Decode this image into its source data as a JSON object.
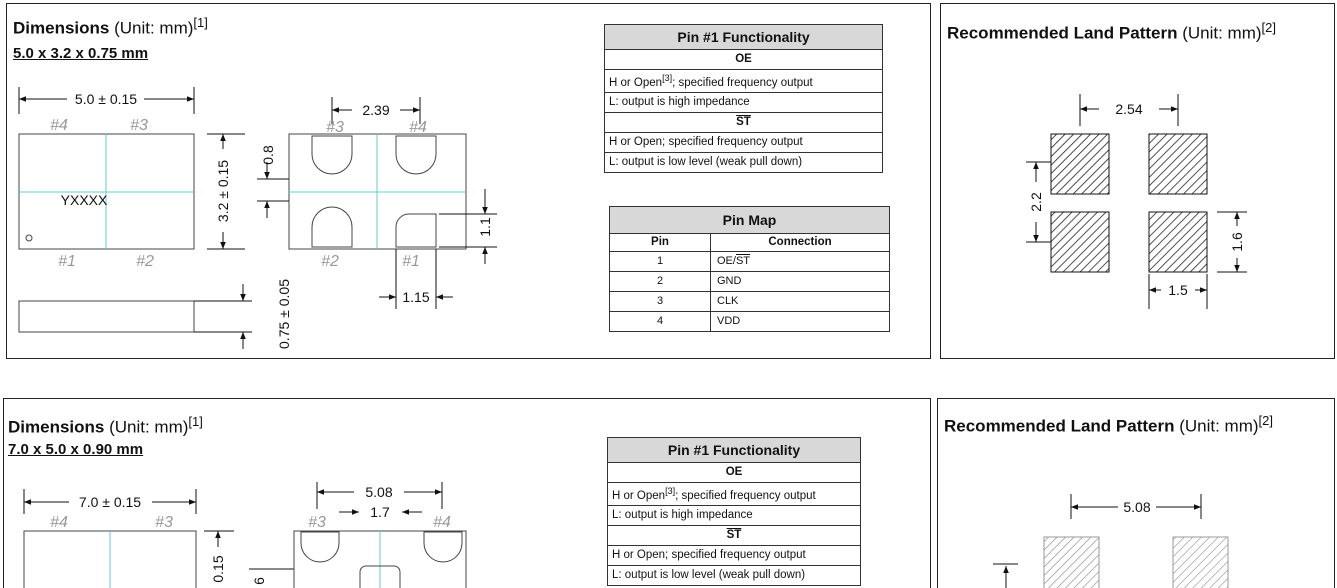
{
  "common": {
    "dimensions_bold": "Dimensions",
    "dimensions_unit": " (Unit: mm)",
    "dimensions_ref": "[1]",
    "land_bold": "Recommended Land Pattern",
    "land_unit": " (Unit: mm)",
    "land_ref": "[2]",
    "pin1_title": "Pin #1 Functionality",
    "oe_header": "OE",
    "oe_high_prefix": "H or Open",
    "oe_high_ref": "[3]",
    "oe_high_suffix": "; specified frequency output",
    "oe_low": "L: output is high impedance",
    "st_header": "ST",
    "st_high": "H or Open; specified frequency output",
    "st_low": "L: output is low level (weak pull down)"
  },
  "package_top": {
    "size_title": "5.0 x 3.2 x 0.75 mm",
    "length_dim": "5.0 ± 0.15",
    "width_dim": "3.2 ± 0.15",
    "height_dim": "0.75 ± 0.05",
    "pin_pitch_dim": "2.39",
    "pad_height_dim": "0.8",
    "pad_gap_dim": "1.1",
    "pad_width_dim": "1.15",
    "marking": "YXXXX",
    "pin_labels": {
      "p1": "#1",
      "p2": "#2",
      "p3": "#3",
      "p4": "#4"
    },
    "pin_map": {
      "title": "Pin Map",
      "col_pin": "Pin",
      "col_connection": "Connection",
      "rows": [
        {
          "pin": "1",
          "connection": "OE/",
          "connection_bar": "ST"
        },
        {
          "pin": "2",
          "connection": "GND",
          "connection_bar": ""
        },
        {
          "pin": "3",
          "connection": "CLK",
          "connection_bar": ""
        },
        {
          "pin": "4",
          "connection": "VDD",
          "connection_bar": ""
        }
      ]
    },
    "land": {
      "pitch_x": "2.54",
      "pitch_y": "2.2",
      "pad_h": "1.6",
      "pad_w": "1.5"
    }
  },
  "package_bottom": {
    "size_title": "7.0 x 5.0 x 0.90 mm",
    "length_dim": "7.0 ± 0.15",
    "width_dim_partial": "0.15",
    "pin_pitch_dim": "5.08",
    "pad_spacing_dim": "1.7",
    "pad_partial": "6",
    "pin_labels": {
      "p3": "#3",
      "p4": "#4"
    },
    "land": {
      "pitch_x": "5.08"
    }
  }
}
